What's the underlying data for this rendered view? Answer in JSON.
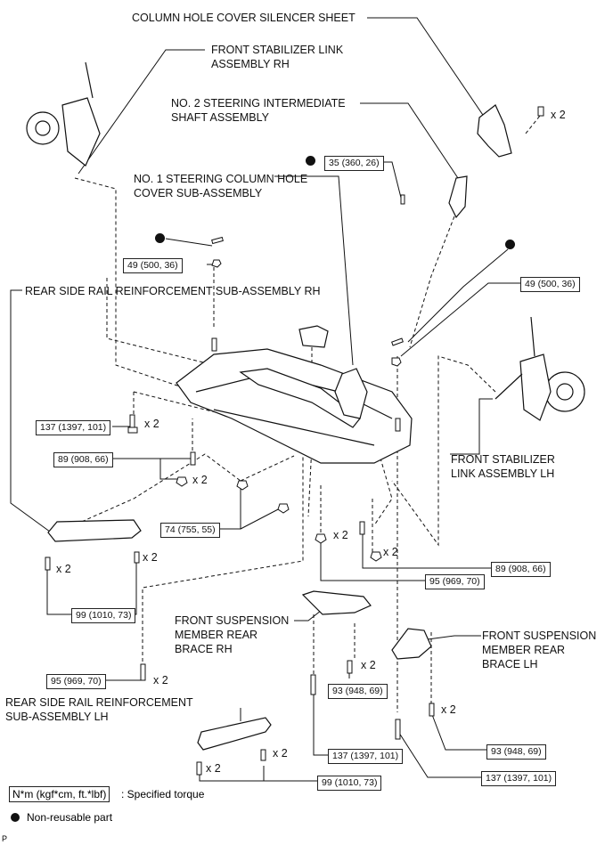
{
  "labels": {
    "column_hole_cover_silencer_sheet": "COLUMN HOLE COVER SILENCER SHEET",
    "front_stabilizer_link_rh": [
      "FRONT STABILIZER LINK",
      "ASSEMBLY RH"
    ],
    "no2_steering_intermediate_shaft": [
      "NO. 2 STEERING INTERMEDIATE",
      "SHAFT ASSEMBLY"
    ],
    "no1_steering_column_hole_cover": [
      "NO. 1 STEERING COLUMN HOLE",
      "COVER SUB-ASSEMBLY"
    ],
    "rear_side_rail_reinf_rh": "REAR SIDE RAIL REINFORCEMENT SUB-ASSEMBLY RH",
    "front_stabilizer_link_lh": [
      "FRONT STABILIZER",
      "LINK ASSEMBLY LH"
    ],
    "front_susp_member_rear_brace_rh": [
      "FRONT SUSPENSION",
      "MEMBER REAR",
      "BRACE RH"
    ],
    "front_susp_member_rear_brace_lh": [
      "FRONT SUSPENSION",
      "MEMBER REAR",
      "BRACE LH"
    ],
    "rear_side_rail_reinf_lh": [
      "REAR SIDE RAIL REINFORCEMENT",
      "SUB-ASSEMBLY LH"
    ]
  },
  "torques": {
    "t35": "35 (360, 26)",
    "t49_rh": "49 (500, 36)",
    "t49_lh": "49 (500, 36)",
    "t137_upper": "137 (1397, 101)",
    "t89_left": "89 (908, 66)",
    "t74": "74 (755, 55)",
    "t89_right": "89 (908, 66)",
    "t95_right": "95 (969, 70)",
    "t99_upper": "99 (1010, 73)",
    "t95_left": "95 (969, 70)",
    "t93_mid": "93 (948, 69)",
    "t93_right": "93 (948, 69)",
    "t137_mid": "137 (1397, 101)",
    "t137_right": "137 (1397, 101)",
    "t99_lower": "99 (1010, 73)"
  },
  "quantities": {
    "x2": "x 2"
  },
  "legend": {
    "torque_unit": "N*m (kgf*cm, ft.*lbf)",
    "torque_desc": ": Specified torque",
    "nonreusable_desc": "Non-reusable part"
  },
  "corner_mark": "P"
}
